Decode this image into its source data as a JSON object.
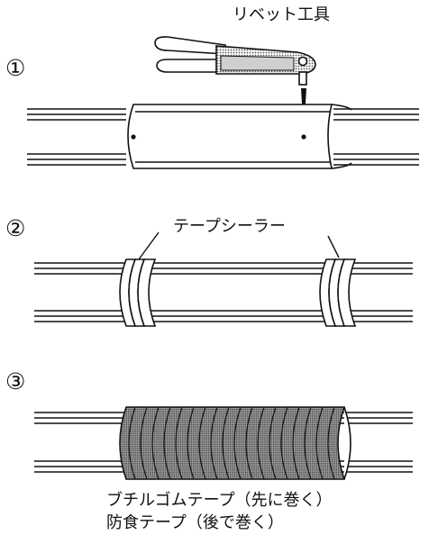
{
  "steps": [
    {
      "number": "①",
      "tool_label": "リベット工具"
    },
    {
      "number": "②",
      "tape_label": "テープシーラー"
    },
    {
      "number": "③",
      "caption_line1": "ブチルゴムテープ（先に巻く）",
      "caption_line2": "防食テープ（後で巻く）"
    }
  ],
  "colors": {
    "stroke": "#111111",
    "background": "#ffffff",
    "hatch": "#8a8a8a"
  }
}
